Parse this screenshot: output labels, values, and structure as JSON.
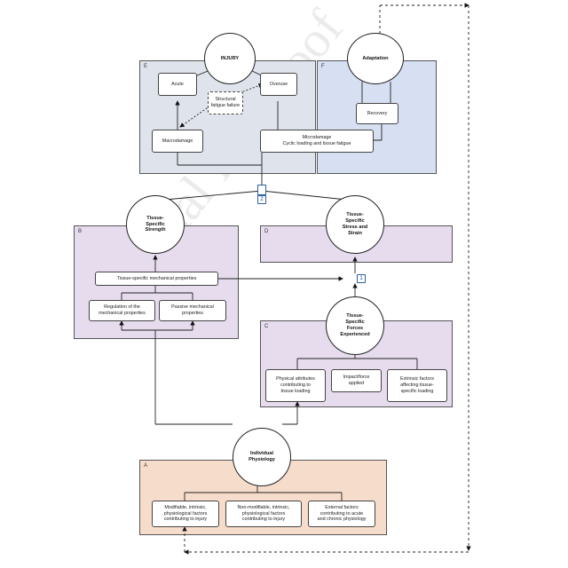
{
  "colors": {
    "panel_e": "#dfe3ec",
    "panel_f": "#d6e0f2",
    "panel_b": "#e6dcee",
    "panel_d": "#e6dcee",
    "panel_c": "#e6dcee",
    "panel_a": "#f6dccb"
  },
  "panels": {
    "e": "E",
    "f": "F",
    "b": "B",
    "d": "D",
    "c": "C",
    "a": "A"
  },
  "nodes": {
    "injury": "INJURY",
    "adaptation": "Adaptation",
    "acute": "Acute",
    "overuse": "Overuse",
    "structural_fatigue": "Structural fatigue failure",
    "recovery": "Recovery",
    "macrodamage": "Macrodamage",
    "microdamage": "Microdamage\nCyclic loading and tissue fatigue",
    "tissue_strength": "Tissue-\nSpecific\nStrength",
    "tissue_stress": "Tissue-\nSpecific\nStress and\nStrain",
    "tissue_mech_props": "Tissue-specific mechanical properties",
    "regulation": "Regulation of the\nmechanical properties",
    "passive": "Passive mechanical\nproperties",
    "tissue_forces": "Tissue-\nSpecific\nForces\nExperienced",
    "physical_attributes": "Physical attributes\ncontributing to\ntissue loading",
    "impact_force": "Impact/force\napplied",
    "extrinsic_factors": "Extrinsic factors\naffecting tissue-\nspecific loading",
    "individual_physiology": "Individual\nPhysiology",
    "modifiable": "Modifiable, intrinsic,\nphysiological factors\ncontributing to injury",
    "non_modifiable": "Non-modifiable, intrinsic,\nphysiological factors\ncontributing to injury",
    "external": "External factors\ncontributing to acute\nand chronic physiology"
  },
  "tags": {
    "one": "1",
    "two": "2"
  },
  "watermark": "Journal Pre-proof"
}
